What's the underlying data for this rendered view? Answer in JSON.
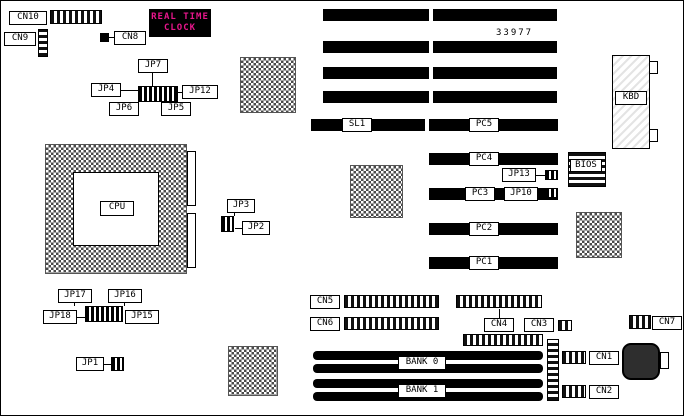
{
  "meta": {
    "description": "Motherboard component layout diagram",
    "part_number": "33977"
  },
  "rtc": {
    "line1": "REAL TIME",
    "line2": "CLOCK"
  },
  "chips": {
    "cpu": "CPU",
    "bios": "BIOS",
    "kbd": "KBD"
  },
  "slots": {
    "sl1": "SL1",
    "pc1": "PC1",
    "pc2": "PC2",
    "pc3": "PC3",
    "pc4": "PC4",
    "pc5": "PC5"
  },
  "memory": {
    "bank0": "BANK 0",
    "bank1": "BANK 1"
  },
  "connectors": {
    "cn1": "CN1",
    "cn2": "CN2",
    "cn3": "CN3",
    "cn4": "CN4",
    "cn5": "CN5",
    "cn6": "CN6",
    "cn7": "CN7",
    "cn8": "CN8",
    "cn9": "CN9",
    "cn10": "CN10"
  },
  "jumpers": {
    "jp1": "JP1",
    "jp2": "JP2",
    "jp3": "JP3",
    "jp4": "JP4",
    "jp5": "JP5",
    "jp6": "JP6",
    "jp7": "JP7",
    "jp10": "JP10",
    "jp12": "JP12",
    "jp13": "JP13",
    "jp15": "JP15",
    "jp16": "JP16",
    "jp17": "JP17",
    "jp18": "JP18"
  },
  "colors": {
    "rtc_text": "#e8168c",
    "slot_fill": "#000000",
    "board_bg": "#ffffff"
  }
}
